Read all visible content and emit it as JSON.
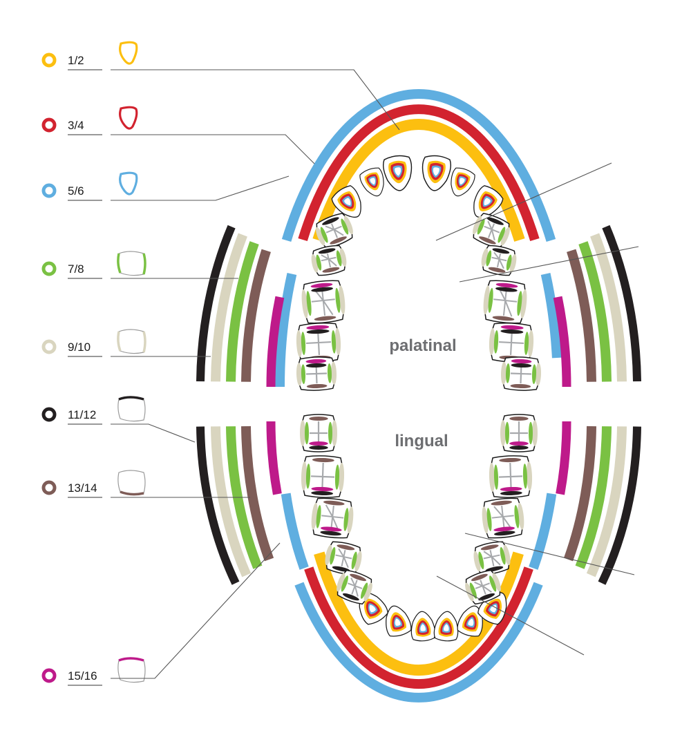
{
  "title": "Dental arch surface code diagram",
  "colors": {
    "yellow": "#fcbf10",
    "red": "#d2232f",
    "blue": "#5faee0",
    "green": "#7ac143",
    "beige": "#d9d5bf",
    "black": "#231f20",
    "brown": "#7e5c57",
    "magenta": "#be1a8a",
    "outline": "#1a1a1a",
    "fissure": "#a7a9ac",
    "leader": "#555555",
    "label_gray": "#6d6e71"
  },
  "legend": [
    {
      "label": "1/2",
      "color_key": "yellow",
      "tooth": "incisor"
    },
    {
      "label": "3/4",
      "color_key": "red",
      "tooth": "incisor"
    },
    {
      "label": "5/6",
      "color_key": "blue",
      "tooth": "incisor"
    },
    {
      "label": "7/8",
      "color_key": "green",
      "tooth": "molar-sides"
    },
    {
      "label": "9/10",
      "color_key": "beige",
      "tooth": "molar-sides"
    },
    {
      "label": "11/12",
      "color_key": "black",
      "tooth": "molar-top"
    },
    {
      "label": "13/14",
      "color_key": "brown",
      "tooth": "molar-bottom"
    },
    {
      "label": "15/16",
      "color_key": "magenta",
      "tooth": "molar-top"
    }
  ],
  "regions": {
    "upper": "palatinal",
    "lower": "lingual"
  }
}
